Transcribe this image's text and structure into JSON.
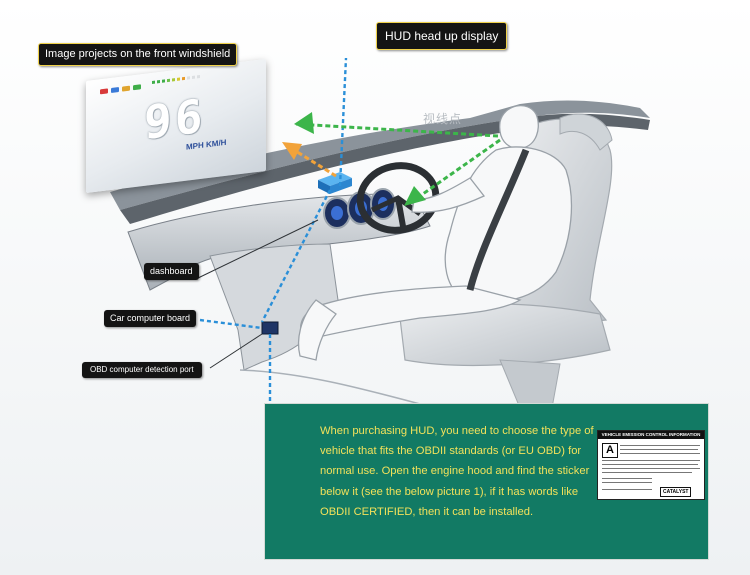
{
  "labels": {
    "hud": "HUD head up display",
    "projects": "Image projects on the front windshield",
    "dashboard": "dashboard",
    "computer_board": "Car computer board",
    "obd_port": "OBD computer detection port",
    "viewpoint": "视线点"
  },
  "hud_display": {
    "speed": "96",
    "unit": "MPH KM/H"
  },
  "info": {
    "paragraph_1": "When purchasing HUD, you need to choose the type of vehicle that fits the OBDII standards (or EU OBD) for normal use.",
    "paragraph_2": "Open the engine hood and find the sticker below it (see the below picture 1), if it has words like OBDII CERTIFIED, then it can be installed."
  },
  "sticker": {
    "header": "VEHICLE EMISSION CONTROL INFORMATION",
    "letter": "A",
    "tag": "CATALYST"
  },
  "colors": {
    "green_arrow": "#3cb54a",
    "orange_arrow": "#f2a33a",
    "blue_line": "#2a8fd8",
    "info_bg": "#127a64",
    "info_text": "#f2e15a"
  }
}
